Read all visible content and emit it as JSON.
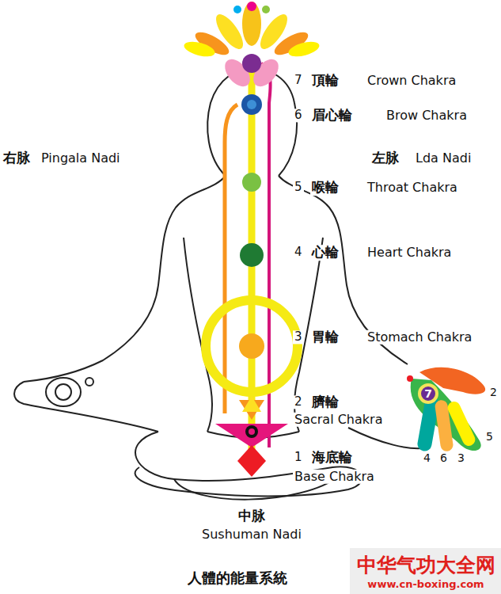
{
  "diagram": {
    "caption": "人體的能量系統",
    "nodes": [
      {
        "text": [
          "7"
        ]
      }
    ],
    "labels": [
      "右脉",
      "Pingala Nadi",
      "7",
      "頂輪",
      "Crown Chakra",
      "6",
      "眉心輪",
      "Brow Chakra",
      "左脉",
      "Lda Nadi",
      "5",
      "喉輪",
      "Throat Chakra",
      "4",
      "心輪",
      "Heart Chakra",
      "3",
      "胃輪",
      "Stomach Chakra",
      "2",
      "臍輪",
      "Sacral Chakra",
      "1",
      "海底輪",
      "Base Chakra",
      "2",
      "5",
      "4",
      "6",
      "3",
      "中脉",
      "Sushuman Nadi",
      "中华气功大全网",
      "www.cn-boxing.com"
    ]
  }
}
